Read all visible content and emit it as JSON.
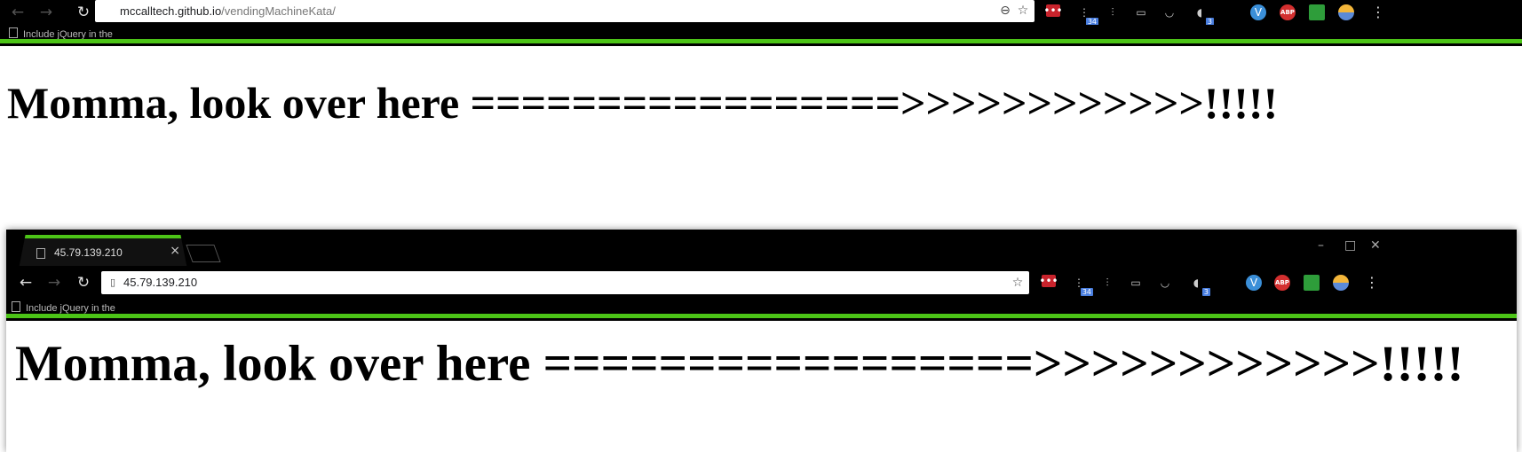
{
  "top_browser": {
    "url_host": "mccalltech.github.io",
    "url_path": "/vendingMachineKata/",
    "bookmark": "Include jQuery in the"
  },
  "page_heading": "Momma, look over here =================>>>>>>>>>>>>!!!!!",
  "bottom_window": {
    "tab_title": "45.79.139.210",
    "url": "45.79.139.210",
    "bookmark": "Include jQuery in the"
  },
  "extensions": {
    "badge_1": "34",
    "badge_2": "3",
    "abp_label": "ABP"
  },
  "colors": {
    "accent_green": "#4cc417",
    "chrome_black": "#000000"
  },
  "icons": [
    "back-arrow-icon",
    "forward-arrow-icon",
    "reload-icon",
    "zoom-out-icon",
    "star-icon",
    "page-icon",
    "close-icon",
    "minimize-icon",
    "maximize-icon",
    "menu-icon"
  ]
}
